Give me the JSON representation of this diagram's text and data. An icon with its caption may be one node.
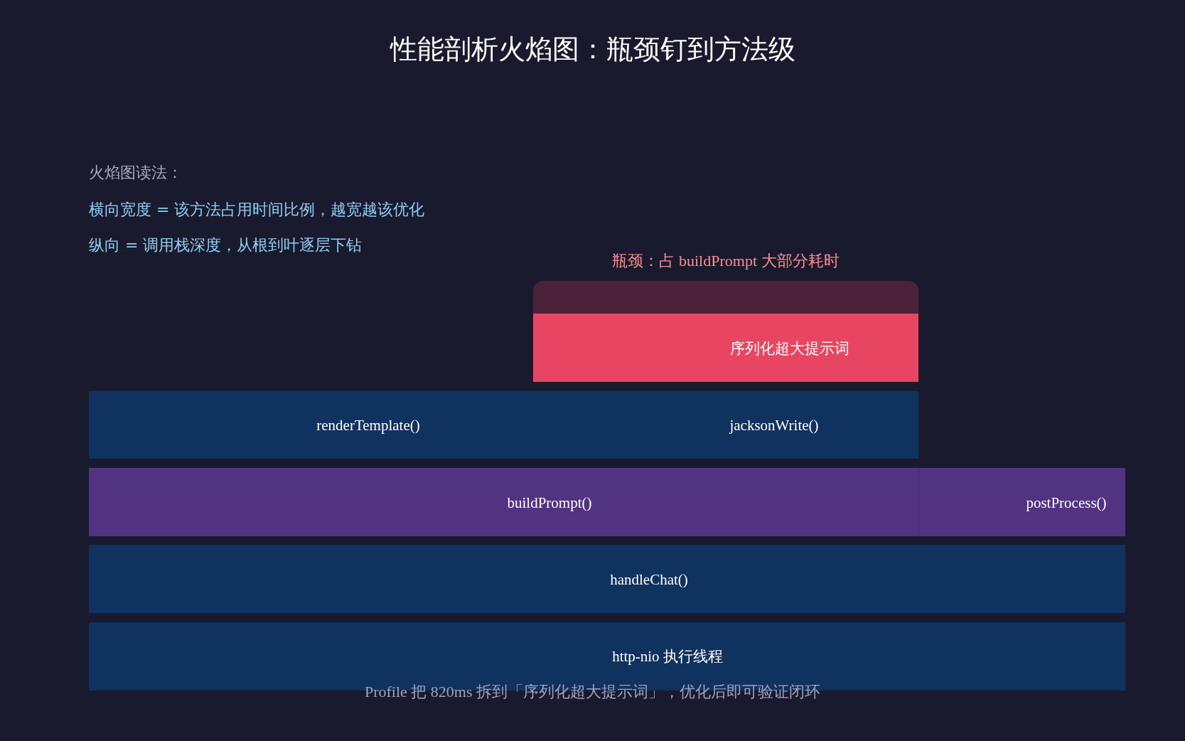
{
  "diagram": {
    "title": "性能剖析火焰图：瓶颈钉到方法级",
    "caption": "Profile 把 820ms 拆到「序列化超大提示词」，优化后即可验证闭环",
    "nodes": [
      {
        "text": [],
        "shape": "box",
        "beside": [
          "瓶颈：占 buildPrompt 大部分耗时"
        ]
      },
      {
        "text": [
          "序列化超大提示词"
        ],
        "in": 0
      },
      {
        "text": [
          "renderTemplate()"
        ]
      },
      {
        "text": [
          "jacksonWrite()"
        ]
      },
      {
        "text": [
          "buildPrompt()"
        ]
      },
      {
        "text": [
          "postProcess()"
        ]
      },
      {
        "text": [
          "handleChat()"
        ]
      },
      {
        "text": [
          "http-nio 执行线程"
        ]
      }
    ],
    "labels": [
      "火焰图读法：",
      "横向宽度 = 该方法占用时间比例，越宽越该优化",
      "纵向 = 调用栈深度，从根到叶逐层下钻"
    ]
  }
}
